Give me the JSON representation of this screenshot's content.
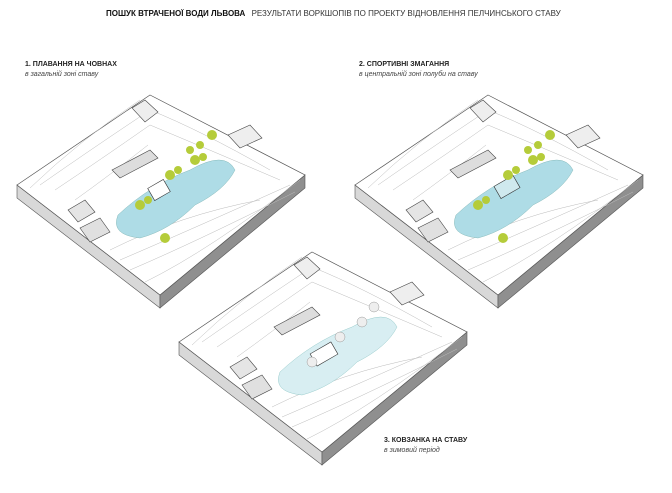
{
  "header": {
    "title": "ПОШУК ВТРАЧЕНОЇ ВОДИ ЛЬВОВА",
    "subtitle": "РЕЗУЛЬТАТИ ВОРКШОПІВ ПО ПРОЕКТУ ВІДНОВЛЕННЯ ПЕЛЧИНСЬКОГО СТАВУ"
  },
  "scenarios": [
    {
      "title": "1. ПЛАВАННЯ НА ЧОВНАХ",
      "subtitle": "в загальній зоні ставу"
    },
    {
      "title": "2. СПОРТИВНІ ЗМАГАННЯ",
      "subtitle": "в центральній зоні полуби на ставу"
    },
    {
      "title": "3. КОВЗАНКА НА СТАВУ",
      "subtitle": "в зимовий період"
    }
  ],
  "colors": {
    "water": "#aedce6",
    "ice": "#d8eef2",
    "tree": "#b5cc3a",
    "side": "#8f8f8f"
  }
}
